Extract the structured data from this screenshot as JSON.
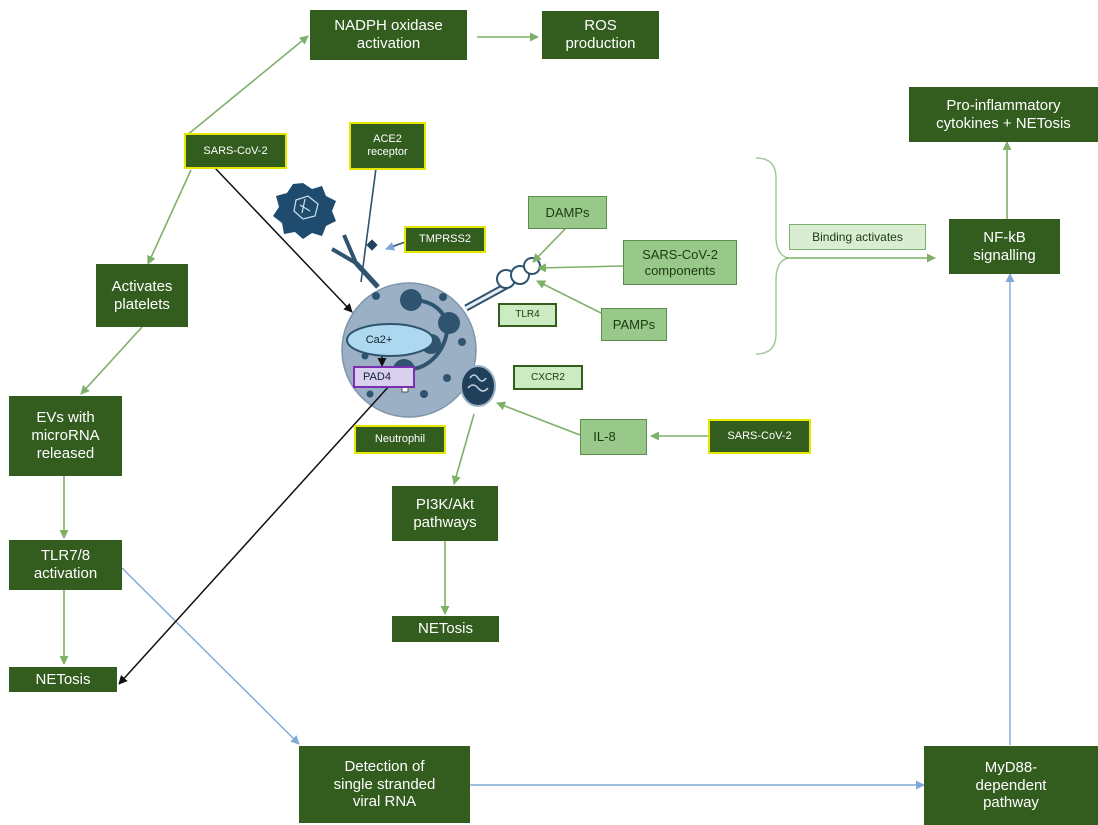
{
  "colors": {
    "dark_green": "#335c1f",
    "light_green": "#99c98a",
    "pale_green": "#d9edd2",
    "yellow_border": "#e6e600",
    "arrow_green": "#7fb069",
    "arrow_blue": "#7fa8d8",
    "cell": "#9bb0c4",
    "organelle": "#2f5470"
  },
  "nodes": {
    "nadph": "NADPH oxidase\nactivation",
    "ros": "ROS\nproduction",
    "sars_top": "SARS-CoV-2",
    "ace2": "ACE2\nreceptor",
    "pro_inflam": "Pro-inflammatory\ncytokines + NETosis",
    "tmprss2": "TMPRSS2",
    "damps": "DAMPs",
    "sars_components": "SARS-CoV-2\ncomponents",
    "binding": "Binding activates",
    "nfkb": "NF-kB\nsignalling",
    "activates_platelets": "Activates\nplatelets",
    "tlr4": "TLR4",
    "pamps": "PAMPs",
    "ca2": "Ca2+",
    "pad4": "PAD4",
    "cxcr2": "CXCR2",
    "evs": "EVs with\nmicroRNA\nreleased",
    "neutrophil": "Neutrophil",
    "il8": "IL-8",
    "sars_right": "SARS-CoV-2",
    "pi3k": "PI3K/Akt\npathways",
    "tlr78": "TLR7/8\nactivation",
    "netosis_mid": "NETosis",
    "netosis_left": "NETosis",
    "detection": "Detection of\nsingle stranded\nviral RNA",
    "myd88": "MyD88-\ndependent\npathway"
  }
}
